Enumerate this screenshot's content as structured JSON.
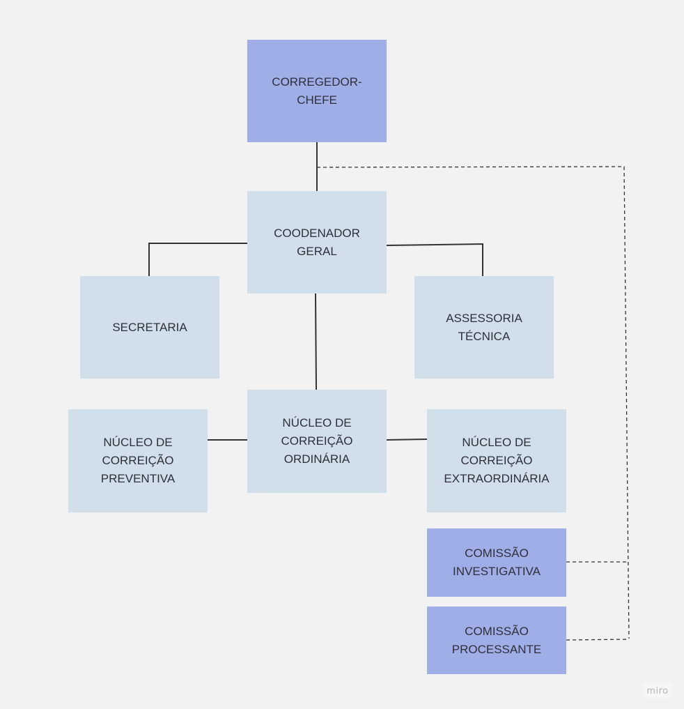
{
  "nodes": {
    "corregedor": {
      "label": "CORREGEDOR-CHEFE"
    },
    "coordenador": {
      "label": "COODENADOR\nGERAL"
    },
    "secretaria": {
      "label": "SECRETARIA"
    },
    "assessoria": {
      "label": "ASSESSORIA\nTÉCNICA"
    },
    "ordinaria": {
      "label": "NÚCLEO DE\nCORREIÇÃO\nORDINÁRIA"
    },
    "preventiva": {
      "label": "NÚCLEO DE\nCORREIÇÃO\nPREVENTIVA"
    },
    "extraordinaria": {
      "label": "NÚCLEO DE\nCORREIÇÃO\nEXTRAORDINÁRIA"
    },
    "investigativa": {
      "label": "COMISSÃO\nINVESTIGATIVA"
    },
    "processante": {
      "label": "COMISSÃO\nPROCESSANTE"
    }
  },
  "colors": {
    "primary_box": "#a0aee8",
    "secondary_box": "#d0dfe9",
    "background": "#f2f2f2",
    "connector": "#333333"
  },
  "watermark": {
    "text": "miro"
  }
}
